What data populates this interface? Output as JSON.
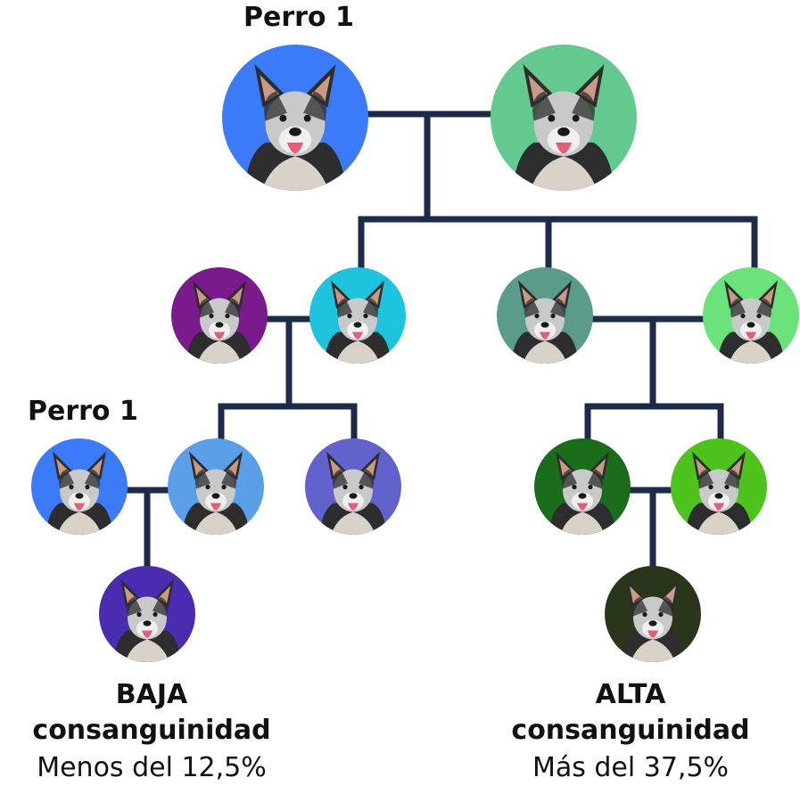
{
  "labels": {
    "top_dog": "Perro 1",
    "mid_dog": "Perro 1"
  },
  "low": {
    "level": "BAJA",
    "term": "consanguinidad",
    "note": "Menos del 12,5%"
  },
  "high": {
    "level": "ALTA",
    "term": "consanguinidad",
    "note": "Más del 37,5%"
  },
  "colors": {
    "line": "#1e2a4a",
    "dog_fur_dark": "#2d2d2d",
    "dog_fur_light": "#c9c9c9",
    "dog_tongue": "#e0607a"
  },
  "dogs": [
    {
      "id": "perro-1-top",
      "color": "#3c7bf7"
    },
    {
      "id": "mate-top",
      "color": "#64c98f"
    },
    {
      "id": "child-purple",
      "color": "#7a1a8c"
    },
    {
      "id": "child-cyan",
      "color": "#1ec4de"
    },
    {
      "id": "child-teal",
      "color": "#5a9b8a"
    },
    {
      "id": "child-lightgreen",
      "color": "#6ce37a"
    },
    {
      "id": "perro-1-mid",
      "color": "#3c7bf7"
    },
    {
      "id": "grandchild-lightblue",
      "color": "#5b9fe8"
    },
    {
      "id": "grandchild-indigo",
      "color": "#6162cc"
    },
    {
      "id": "grandchild-darkgreen",
      "color": "#1b6d1c"
    },
    {
      "id": "grandchild-green",
      "color": "#4ec31d"
    },
    {
      "id": "offspring-low",
      "color": "#4a2cb0"
    },
    {
      "id": "offspring-high",
      "color": "#29361a"
    }
  ]
}
